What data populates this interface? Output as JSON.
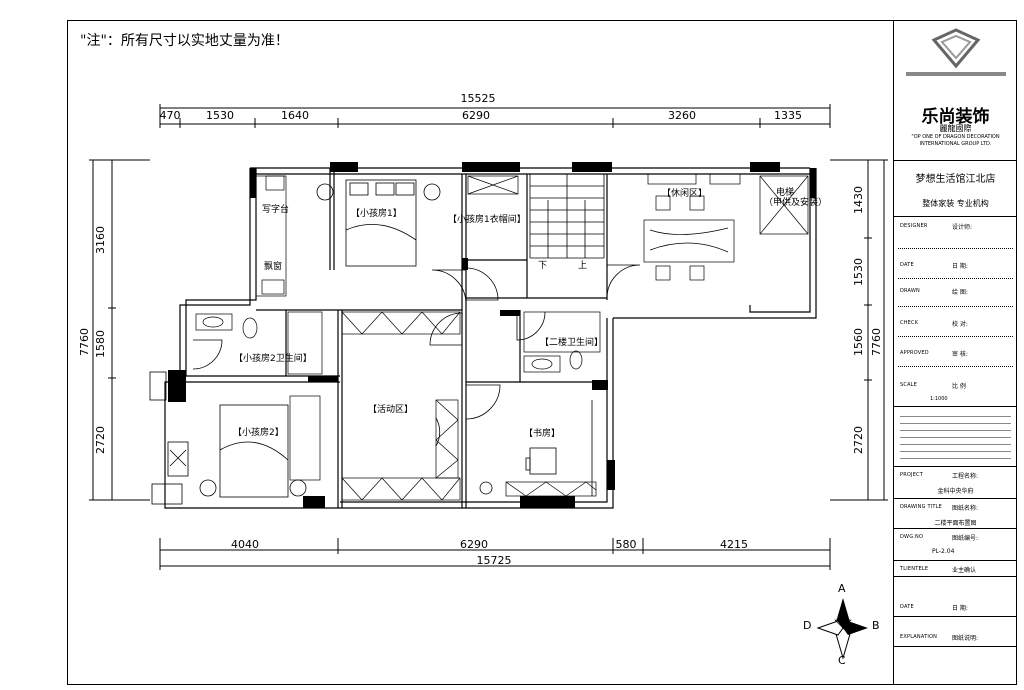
{
  "note": "\"注\"：所有尺寸以实地丈量为准！",
  "dims_top": {
    "total": "15525",
    "segments": [
      "470",
      "1530",
      "1640",
      "6290",
      "3260",
      "1335"
    ]
  },
  "dims_bottom": {
    "total": "15725",
    "segments": [
      "4040",
      "6290",
      "580",
      "4215"
    ]
  },
  "dims_left": {
    "total": "7760",
    "segments": [
      "3160",
      "1580",
      "2720"
    ]
  },
  "dims_right": {
    "total": "7760",
    "segments": [
      "1430",
      "1530",
      "1560",
      "2720"
    ]
  },
  "rooms": {
    "kid1": "【小孩房1】",
    "kid1_closet": "【小孩房1衣帽间】",
    "leisure": "【休闲区】",
    "elevator": "电梯",
    "elevator_note": "（甲供及安装）",
    "desk": "写字台",
    "bay_window": "飘窗",
    "kid2_bath": "【小孩房2卫生间】",
    "activity": "【活动区】",
    "bath2": "【二楼卫生间】",
    "kid2": "【小孩房2】",
    "study": "【书房】",
    "down": "下",
    "up": "上"
  },
  "compass": {
    "a": "A",
    "b": "B",
    "c": "C",
    "d": "D"
  },
  "titleblock": {
    "brand": "乐尚装饰",
    "brand_sub": "麗龍國際",
    "group_line1": "\"OP ONE OF DRAGON DECORATION",
    "group_line2": "INTERNATIONAL GROUP LTD.",
    "store": "梦想生活馆江北店",
    "slogan": "整体家装  专业机构",
    "designer_lbl": "DESIGNER",
    "designer_val": "设计师:",
    "date_lbl": "DATE",
    "date_val": "日 期:",
    "drawn_lbl": "DRAWN",
    "drawn_val": "绘 图:",
    "check_lbl": "CHECK",
    "check_val": "校 对:",
    "approved_lbl": "APPROVED",
    "approved_val": "审 核:",
    "scale_lbl": "SCALE",
    "scale_val": "比 例",
    "scale_num": "1:1000",
    "project_lbl": "PROJECT",
    "project_val": "工程名称:",
    "project_name": "金科中央华府",
    "drawing_lbl": "DRAWING TITLE",
    "drawing_val": "图纸名称:",
    "drawing_name": "二楼平面布置图",
    "dwg_lbl": "DWG.NO",
    "dwg_val": "图纸编号:",
    "dwg_num": "PL-2.04",
    "client_lbl": "TLIENTELE",
    "client_val": "业主确认",
    "date2_lbl": "DATE",
    "date2_val": "日 期:",
    "expl_lbl": "EXPLANATION",
    "expl_val": "图纸说明:"
  }
}
